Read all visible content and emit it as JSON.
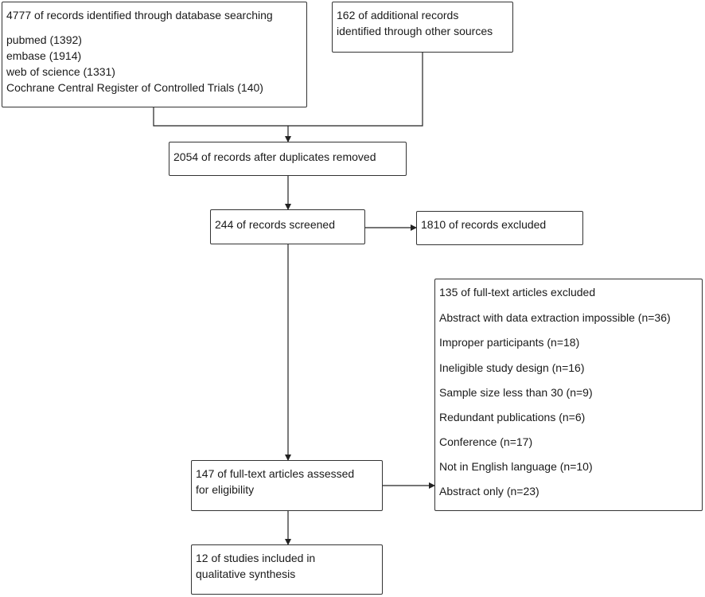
{
  "identification": {
    "database_title": "4777 of records identified through database searching",
    "databases": [
      "pubmed (1392)",
      "embase (1914)",
      "web of science (1331)",
      "Cochrane Central Register of Controlled Trials (140)"
    ],
    "other_sources": [
      "162 of additional records",
      "identified through other sources"
    ]
  },
  "duplicates_removed": "2054 of records after duplicates removed",
  "screened": "244 of records screened",
  "screen_excluded": "1810 of records excluded",
  "assessed": [
    "147 of full-text articles assessed",
    "for eligibility"
  ],
  "fulltext_excluded": {
    "title": "135 of full-text articles excluded",
    "reasons": [
      "Abstract with data extraction impossible (n=36)",
      "Improper participants (n=18)",
      "Ineligible study design (n=16)",
      "Sample size less than 30 (n=9)",
      "Redundant publications (n=6)",
      "Conference (n=17)",
      "Not in English language (n=10)",
      "Abstract only (n=23)"
    ]
  },
  "included": [
    "12 of studies included in",
    "qualitative synthesis"
  ]
}
